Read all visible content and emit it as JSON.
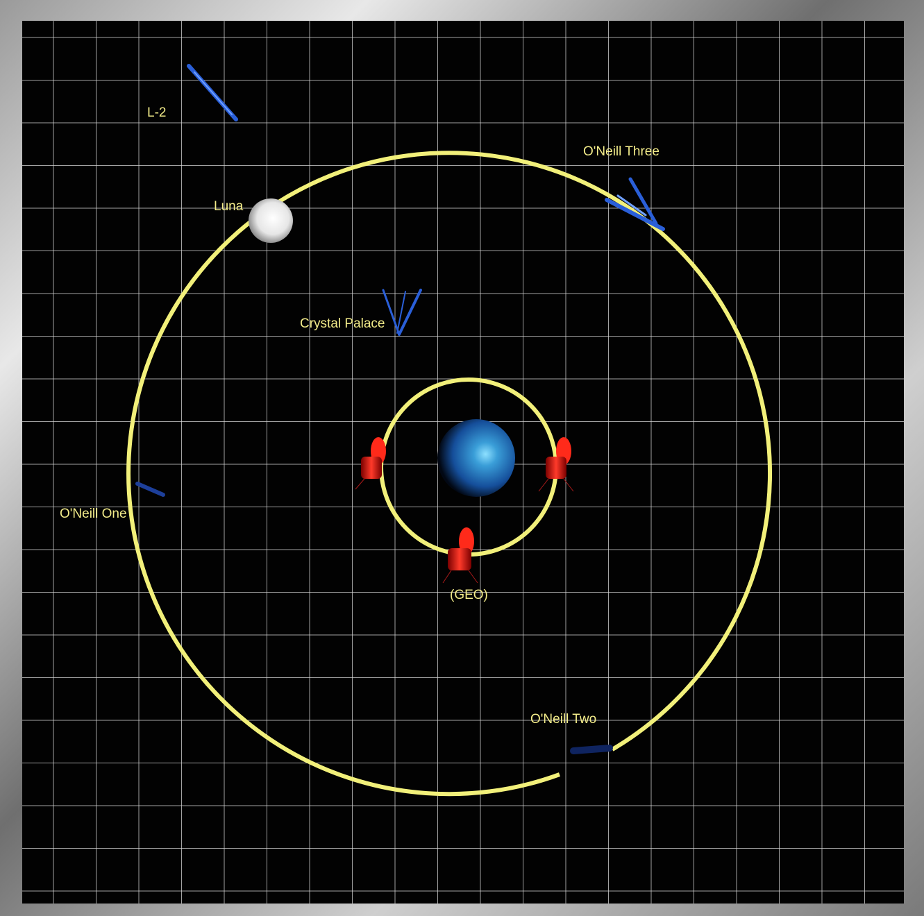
{
  "colors": {
    "background": "#020202",
    "grid": "#d8d8d8",
    "orbit": "#f2f07a",
    "label": "#f3ec8a",
    "habitat": "#2a5fd8",
    "satellite": "#cc1111",
    "earth": "#2f7fd0",
    "moon": "#f4f4f4"
  },
  "labels": {
    "l2": "L-2",
    "luna": "Luna",
    "oneill_three": "O'Neill Three",
    "crystal_palace": "Crystal Palace",
    "oneill_one": "O'Neill One",
    "geo": "(GEO)",
    "oneill_two": "O'Neill Two"
  },
  "icons": {
    "earth": "earth-icon",
    "moon": "moon-icon",
    "habitat": "space-habitat-icon",
    "satellite": "satellite-icon"
  }
}
